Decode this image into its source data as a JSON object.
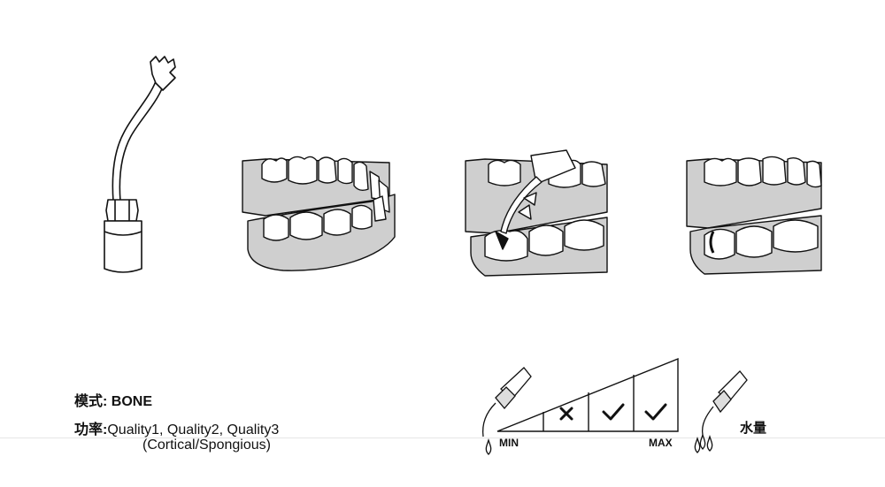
{
  "mode": {
    "label": "模式:",
    "value": "BONE"
  },
  "power": {
    "label": "功率:",
    "value": "Quality1, Quality2, Quality3",
    "detail": "(Cortical/Spongious)"
  },
  "scale": {
    "min_label": "MIN",
    "max_label": "MAX",
    "cells": [
      "",
      "cross-icon",
      "check-icon",
      "check-icon"
    ]
  },
  "water": {
    "label": "水量"
  },
  "colors": {
    "ink": "#111111",
    "gum": "#cfcfcf",
    "tooth": "#ffffff"
  }
}
